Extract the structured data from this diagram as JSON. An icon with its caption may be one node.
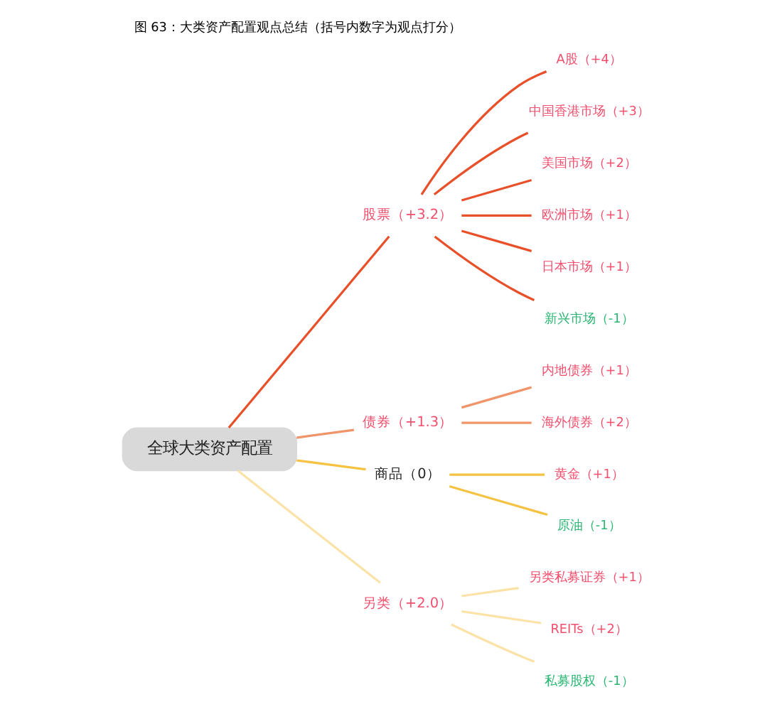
{
  "diagram": {
    "title": "图 63：大类资产配置观点总结（括号内数字为观点打分）",
    "nodes": [
      {
        "text": [
          "全球大类资产配置"
        ]
      },
      {
        "text": [
          "股票（+3.2）"
        ]
      },
      {
        "text": [
          "A股（+4）"
        ]
      },
      {
        "text": [
          "中国香港市场（+3）"
        ]
      },
      {
        "text": [
          "美国市场（+2）"
        ]
      },
      {
        "text": [
          "欧洲市场（+1）"
        ]
      },
      {
        "text": [
          "日本市场（+1）"
        ]
      },
      {
        "text": [
          "新兴市场（-1）"
        ]
      },
      {
        "text": [
          "债券（+1.3）"
        ]
      },
      {
        "text": [
          "内地债券（+1）"
        ]
      },
      {
        "text": [
          "海外债券（+2）"
        ]
      },
      {
        "text": [
          "商品（0）"
        ]
      },
      {
        "text": [
          "黄金（+1）"
        ]
      },
      {
        "text": [
          "原油（-1）"
        ]
      },
      {
        "text": [
          "另类（+2.0）"
        ]
      },
      {
        "text": [
          "另类私募证券（+1）"
        ]
      },
      {
        "text": [
          "REITs（+2）"
        ]
      },
      {
        "text": [
          "私募股权（-1）"
        ]
      }
    ],
    "edges": [
      {
        "from": 0,
        "to": 1,
        "arrow": "none"
      },
      {
        "from": 1,
        "to": 2,
        "arrow": "none"
      },
      {
        "from": 1,
        "to": 3,
        "arrow": "none"
      },
      {
        "from": 1,
        "to": 4,
        "arrow": "none"
      },
      {
        "from": 1,
        "to": 5,
        "arrow": "none"
      },
      {
        "from": 1,
        "to": 6,
        "arrow": "none"
      },
      {
        "from": 1,
        "to": 7,
        "arrow": "none"
      },
      {
        "from": 0,
        "to": 8,
        "arrow": "none",
        "color": "#f0956a"
      },
      {
        "from": 8,
        "to": 9,
        "arrow": "none",
        "color": "#f0956a"
      },
      {
        "from": 8,
        "to": 10,
        "arrow": "none",
        "color": "#f0956a"
      },
      {
        "from": 0,
        "to": 11,
        "arrow": "none",
        "color": "#f5c242"
      },
      {
        "from": 11,
        "to": 12,
        "arrow": "none",
        "color": "#f5c242"
      },
      {
        "from": 11,
        "to": 13,
        "arrow": "none",
        "color": "#f5c242"
      },
      {
        "from": 0,
        "to": 14,
        "arrow": "none",
        "color": "#fbe3a8"
      },
      {
        "from": 14,
        "to": 15,
        "arrow": "none",
        "color": "#fbe3a8"
      },
      {
        "from": 14,
        "to": 16,
        "arrow": "none",
        "color": "#fbe3a8"
      },
      {
        "from": 14,
        "to": 17,
        "arrow": "none",
        "color": "#fbe3a8"
      }
    ]
  }
}
